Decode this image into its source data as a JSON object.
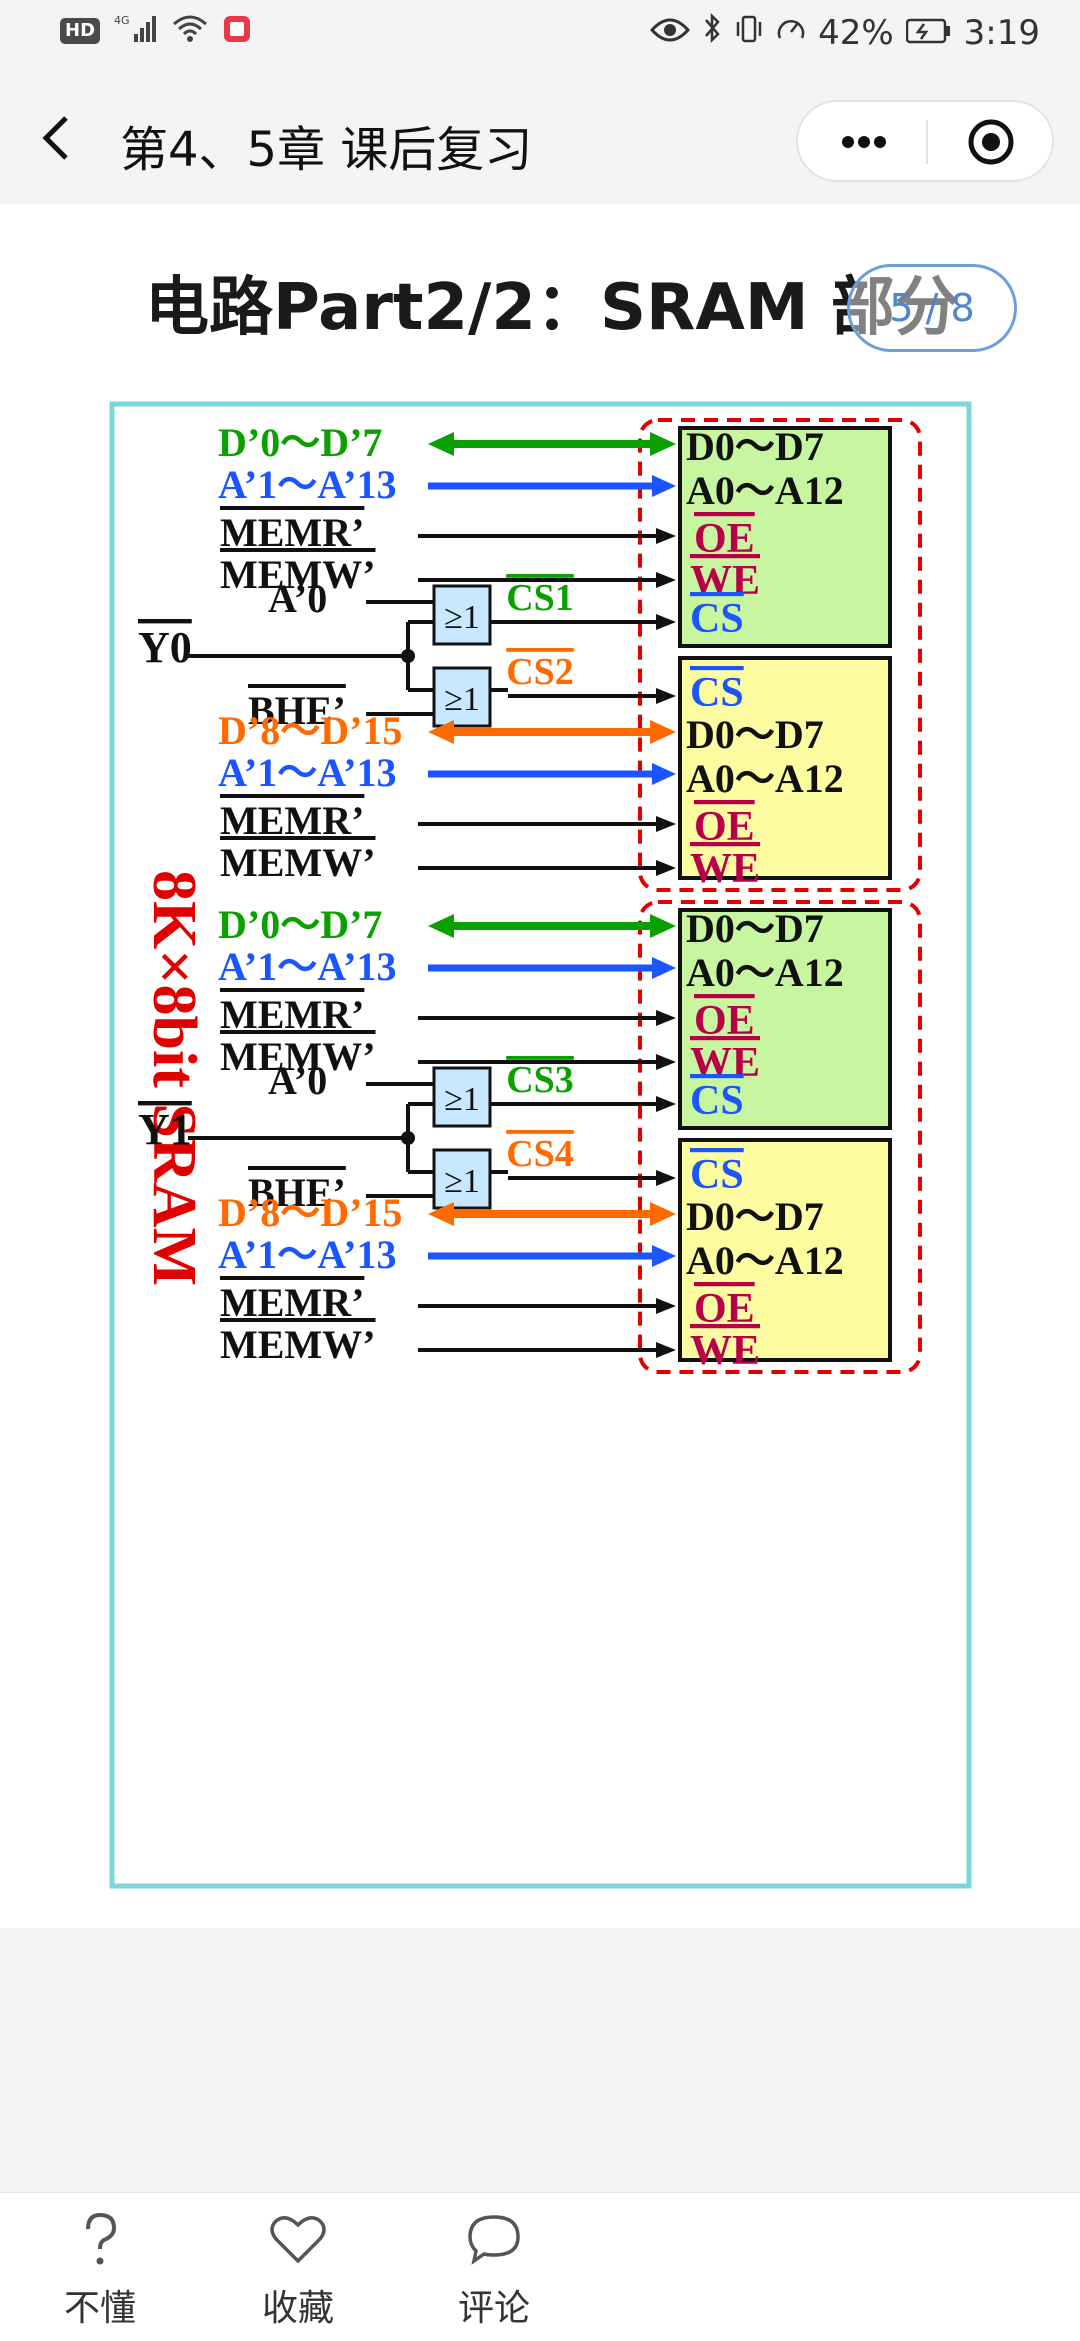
{
  "status_bar": {
    "hd_badge": "HD",
    "network": "4G",
    "battery": "42%",
    "time": "3:19"
  },
  "title_bar": {
    "title": "第4、5章 课后复习"
  },
  "slide": {
    "title": "电路Part2/2：SRAM 部分",
    "pager": "5 / 8"
  },
  "diagram": {
    "side_label": "8K×8bit SRAM",
    "colors": {
      "green_chip": "#c8f5a0",
      "yellow_chip": "#fdfca0",
      "gate_fill": "#c7e8ff",
      "green": "#0aa000",
      "blue": "#1a55ff",
      "orange": "#ff6a00",
      "crimson": "#b8004a",
      "red": "#e00000"
    },
    "labels": {
      "d0_7": "D’0～D’7",
      "d8_15": "D’8～D’15",
      "a1_13": "A’1～A’13",
      "memr": "MEMR’",
      "memw": "MEMW’",
      "a0": "A’0",
      "bhe": "BHE’",
      "y0": "Y0",
      "y1": "Y1",
      "gate": "≥1",
      "cs1": "CS1",
      "cs2": "CS2",
      "cs3": "CS3",
      "cs4": "CS4",
      "chip_d": "D0～D7",
      "chip_a": "A0～A12",
      "chip_oe": "OE",
      "chip_we": "WE",
      "chip_cs": "CS"
    }
  },
  "bottom_bar": {
    "tabs": [
      {
        "label": "不懂"
      },
      {
        "label": "收藏"
      },
      {
        "label": "评论"
      }
    ]
  }
}
